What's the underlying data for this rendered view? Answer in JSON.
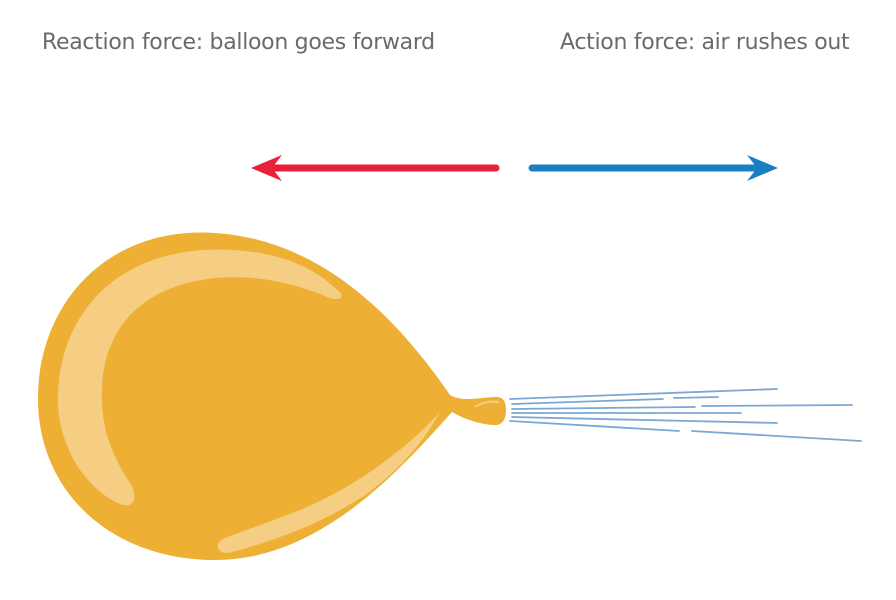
{
  "labels": {
    "reaction": "Reaction force: balloon goes forward",
    "action": "Action force: air rushes out"
  },
  "arrows": {
    "reaction": {
      "direction": "left",
      "color": "#E8203A"
    },
    "action": {
      "direction": "right",
      "color": "#1B7EC2"
    }
  },
  "balloon": {
    "fill": "#EDB034",
    "highlight": "#F5CE84"
  },
  "air_lines": {
    "color": "#7BA7D4"
  },
  "colors": {
    "text": "#6a6a6a",
    "background": "#ffffff"
  }
}
